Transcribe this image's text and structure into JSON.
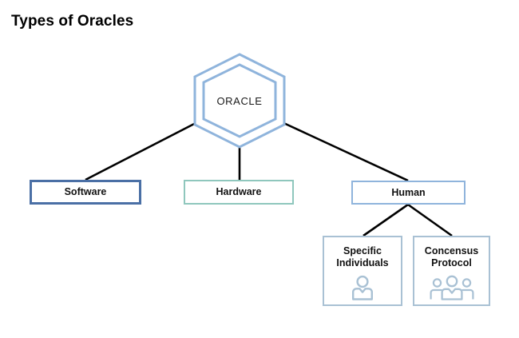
{
  "title": "Types of Oracles",
  "background_color": "#ffffff",
  "diagram": {
    "type": "tree-hierarchy",
    "root": {
      "label": "ORACLE",
      "shape": "double-hexagon",
      "border_color": "#8fb4dc",
      "name": "oracle-hexagon"
    },
    "level_one": [
      {
        "label": "Software",
        "shape": "rectangle",
        "border_color": "#4a6fa5",
        "name": "software"
      },
      {
        "label": "Hardware",
        "shape": "rectangle",
        "border_color": "#8fc7bd",
        "name": "hardware"
      },
      {
        "label": "Human",
        "shape": "rectangle",
        "border_color": "#8fb4dc",
        "name": "human"
      }
    ],
    "level_two": [
      {
        "label": "Specific\nIndividuals",
        "shape": "rectangle",
        "border_color": "#a9c1d4",
        "icon": "single-person-icon",
        "icon_color": "#a9c1d4",
        "name": "specific-individuals"
      },
      {
        "label": "Concensus\nProtocol",
        "shape": "rectangle",
        "border_color": "#a9c1d4",
        "icon": "group-of-people-icon",
        "icon_color": "#a9c1d4",
        "name": "concensus-protocol"
      }
    ],
    "connector_color": "#000000",
    "edges": [
      {
        "from": "ORACLE",
        "to": "Software"
      },
      {
        "from": "ORACLE",
        "to": "Hardware"
      },
      {
        "from": "ORACLE",
        "to": "Human"
      },
      {
        "from": "Human",
        "to": "Specific Individuals"
      },
      {
        "from": "Human",
        "to": "Concensus Protocol"
      }
    ]
  }
}
